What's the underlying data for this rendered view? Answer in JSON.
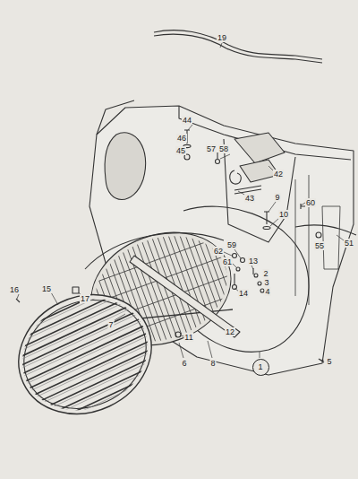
{
  "diagram": {
    "nodes": [
      {
        "text": [
          "1"
        ]
      }
    ],
    "labels": [
      "19",
      "44",
      "46",
      "45",
      "57",
      "58",
      "42",
      "43",
      "9",
      "60",
      "10",
      "55",
      "51",
      "62",
      "59",
      "61",
      "13",
      "2",
      "3",
      "4",
      "14",
      "16",
      "15",
      "17",
      "7",
      "11",
      "6",
      "8",
      "12",
      "5"
    ]
  }
}
